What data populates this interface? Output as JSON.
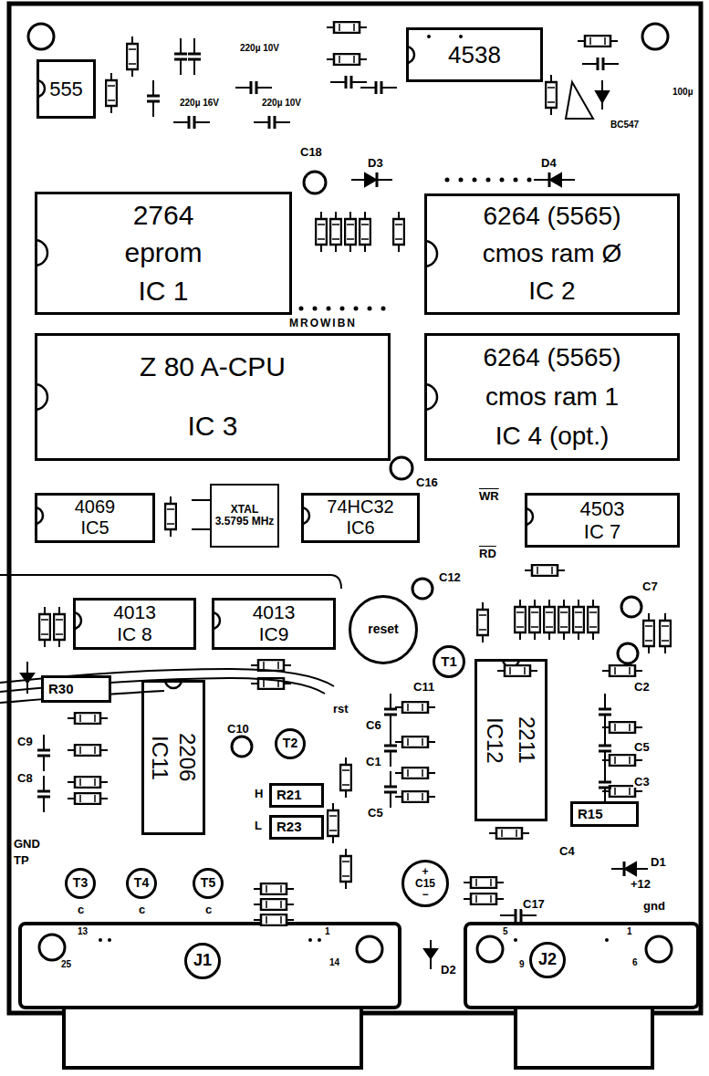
{
  "diagram": {
    "nodes": [
      {
        "text": [
          "555"
        ]
      },
      {
        "text": [
          "4538"
        ]
      },
      {
        "text": [
          "2764",
          "eprom",
          "IC 1"
        ]
      },
      {
        "text": [
          "6264 (5565)",
          "cmos ram Ø",
          "IC 2"
        ]
      },
      {
        "text": [
          "Z 80 A-CPU",
          "IC 3"
        ]
      },
      {
        "text": [
          "6264 (5565)",
          "cmos ram 1",
          "IC 4 (opt.)"
        ]
      },
      {
        "text": [
          "4069",
          "IC5"
        ]
      },
      {
        "text": [
          "XTAL 3.5795 MHz"
        ]
      },
      {
        "text": [
          "74HC32",
          "IC6"
        ]
      },
      {
        "text": [
          "4503",
          "IC 7"
        ]
      },
      {
        "text": [
          "4013",
          "IC 8"
        ]
      },
      {
        "text": [
          "4013",
          "IC9"
        ]
      },
      {
        "text": [
          "reset"
        ]
      },
      {
        "text": [
          "T1"
        ]
      },
      {
        "text": [
          "R30"
        ]
      },
      {
        "text": [
          "2206",
          "IC11"
        ]
      },
      {
        "text": [
          "T2"
        ]
      },
      {
        "text": [
          "2211",
          "IC12"
        ]
      },
      {
        "text": [
          "R21"
        ]
      },
      {
        "text": [
          "R23"
        ]
      },
      {
        "text": [
          "R15"
        ]
      },
      {
        "text": [
          "T3"
        ]
      },
      {
        "text": [
          "T4"
        ]
      },
      {
        "text": [
          "T5"
        ]
      },
      {
        "text": [
          "+",
          "C15",
          "−"
        ]
      },
      {
        "text": [
          "J1"
        ]
      },
      {
        "text": [
          "J2"
        ]
      }
    ],
    "labels": [
      "220µ 10V",
      "220µ 16V",
      "220µ 10V",
      "BC547",
      "100µ",
      "C18",
      "D3",
      "D4",
      "MROWIBN",
      "C16",
      "WR",
      "RD",
      "C12",
      "C7",
      "rst",
      "C11",
      "C6",
      "C1",
      "C5",
      "C10",
      "H",
      "L",
      "C9",
      "C8",
      "GND",
      "TP",
      "C2",
      "C5",
      "C3",
      "C4",
      "D1",
      "+12",
      "gnd",
      "C17",
      "D2",
      "c",
      "c",
      "c",
      "13",
      "25",
      "1",
      "14",
      "5",
      "9",
      "1",
      "6"
    ]
  }
}
